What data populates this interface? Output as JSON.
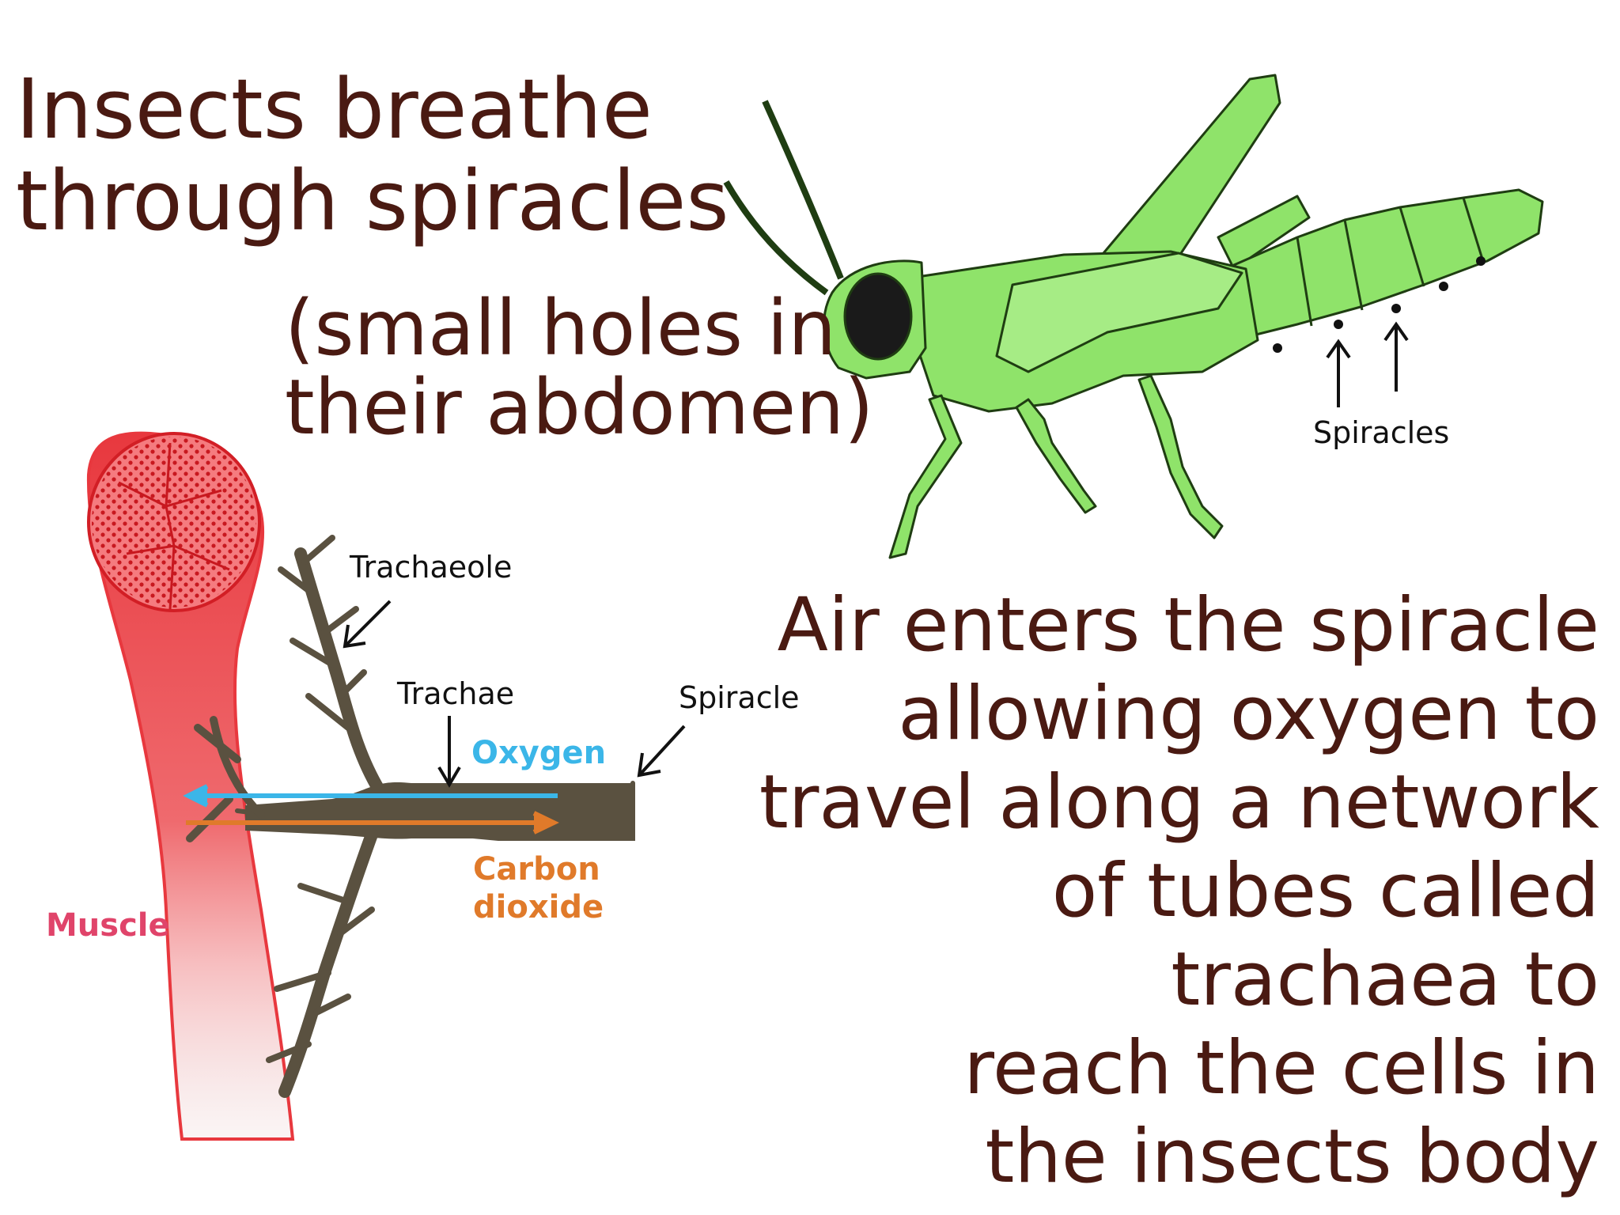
{
  "title": {
    "lines": [
      "Insects breathe",
      "through spiracles"
    ]
  },
  "subtitle": {
    "lines": [
      "(small holes in",
      "their abdomen)"
    ]
  },
  "description": {
    "lines": [
      "Air enters the spiracle",
      "allowing oxygen to",
      "travel along a network",
      "of tubes called",
      "trachaea to",
      "reach the cells in",
      "the insects body"
    ]
  },
  "grasshopper": {
    "spiracles_label": "Spiracles"
  },
  "trachea_diagram": {
    "trachaeole_label": "Trachaeole",
    "trachae_label": "Trachae",
    "spiracle_label": "Spiracle",
    "oxygen_label": "Oxygen",
    "carbon_dioxide_label_1": "Carbon",
    "carbon_dioxide_label_2": "dioxide",
    "muscle_label": "Muscle"
  },
  "colors": {
    "heading_text": "#4a1a12",
    "grasshopper_body": "#8fe36a",
    "grasshopper_outline": "#1f3d12",
    "muscle": "#e8383e",
    "trachea": "#5a5140",
    "oxygen": "#3bb6e8",
    "carbon_dioxide": "#e07a2a",
    "muscle_label": "#e0446a"
  }
}
